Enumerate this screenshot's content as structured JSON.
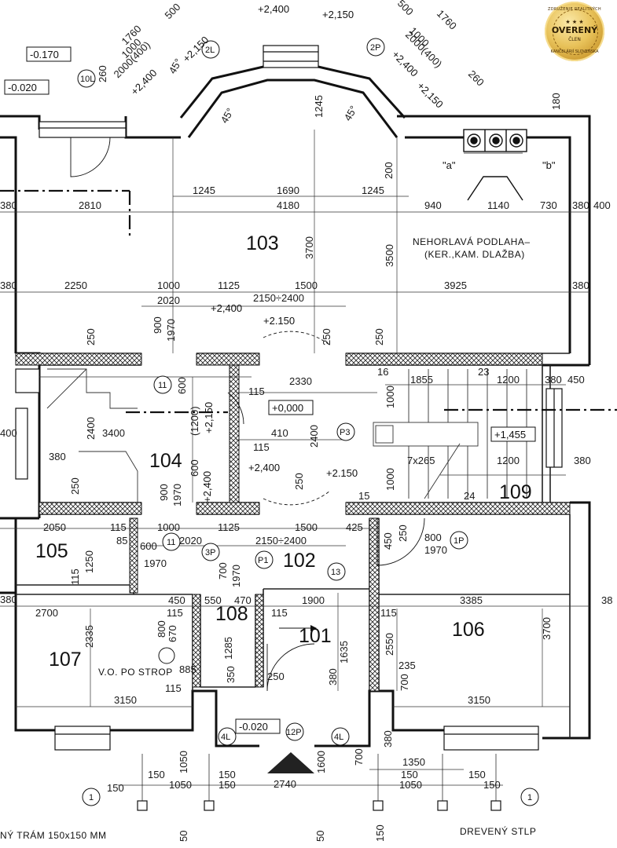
{
  "rooms": {
    "r101": "101",
    "r102": "102",
    "r103": "103",
    "r104": "104",
    "r105": "105",
    "r106": "106",
    "r107": "107",
    "r108": "108",
    "r109": "109"
  },
  "labels": {
    "floor_note_1": "NEHORLAVÁ PODLAHA–",
    "floor_note_2": "(KER.,KAM. DLAŽBA)",
    "vo": "V.O. PO STROP",
    "beam": "NÝ TRÁM 150x150 MM",
    "post": "DREVENÝ STLP",
    "a": "\"a\"",
    "b": "\"b\""
  },
  "levels": {
    "m0170": "-0.170",
    "m0020a": "-0.020",
    "m0020b": "-0.020",
    "zero": "+0,000",
    "p1455": "+1,455",
    "p2400a": "+2,400",
    "p2150a": "+2,150",
    "p2400b": "+2,400",
    "p2150b": "+2.150",
    "p2400c": "+2,400",
    "p2150c": "+2.150",
    "p2150d": "+2,150",
    "p2400d": "+2,400",
    "p2150e": "+2,150",
    "p2400e": "+2,400",
    "p2150f": "+2,150",
    "p2400f": "+2,400"
  },
  "tags": {
    "t10L": "10L",
    "t2L": "2L",
    "t2P": "2P",
    "t11a": "11",
    "t11b": "11",
    "tP3": "P3",
    "tP1": "P1",
    "t13": "13",
    "t1P": "1P",
    "t3P": "3P",
    "t4La": "4L",
    "t4Lb": "4L",
    "t12P": "12P",
    "t1a": "1",
    "t1b": "1"
  },
  "dims": {
    "d1760a": "1760",
    "d500a": "500",
    "d1000a": "1000",
    "d2000a": "2000(400)",
    "d260a": "260",
    "d45a": "45°",
    "d1760b": "1760",
    "d500b": "500",
    "d1000b": "1000",
    "d2000b": "2000(400)",
    "d260b": "260",
    "d45b": "45°",
    "d1245v": "1245",
    "d180": "180",
    "d200": "200",
    "d380a": "380",
    "d2810": "2810",
    "d1245a": "1245",
    "d1690": "1690",
    "d1245b": "1245",
    "d4180": "4180",
    "d940": "940",
    "d1140": "1140",
    "d730": "730",
    "d380b": "380",
    "d400r": "400",
    "d3700a": "3700",
    "d3500": "3500",
    "d380c": "380",
    "d2250": "2250",
    "d1000c": "1000",
    "d1125a": "1125",
    "d1500a": "1500",
    "d3925": "3925",
    "d380d": "380",
    "d2020a": "2020",
    "d2150a": "2150÷2400",
    "d900a": "900",
    "d1970a": "1970",
    "d250a": "250",
    "d250b": "250",
    "d250c": "250",
    "d16": "16",
    "d1855": "1855",
    "d23": "23",
    "d1200a": "1200",
    "d380e": "380",
    "d450a": "450",
    "d2330": "2330",
    "d115a": "115",
    "d600a": "600",
    "d1200p": "(1200)",
    "d1000d": "1000",
    "d2400a": "2400",
    "d3400": "3400",
    "d410": "410",
    "d115b": "115",
    "d2400b": "2400",
    "d400l": "400",
    "d380f": "380",
    "d7x265": "7x265",
    "d1200b": "1200",
    "d380g": "380",
    "d1000e": "1000",
    "d600b": "600",
    "d1970b": "1970",
    "d900b": "900",
    "d250d": "250",
    "d15": "15",
    "d24": "24",
    "d2050": "2050",
    "d115c": "115",
    "d1000f": "1000",
    "d1125b": "1125",
    "d1500b": "1500",
    "d425": "425",
    "d450b": "450",
    "d250e": "250",
    "d85": "85",
    "d600c": "600",
    "d2020b": "2020",
    "d2150b": "2150÷2400",
    "d800a": "800",
    "d1970c": "1970",
    "d1250": "1250",
    "d1970d": "1970",
    "d700a": "700",
    "d1970e": "1970",
    "d115d": "115",
    "d380h": "380",
    "d2700": "2700",
    "d450c": "450",
    "d550": "550",
    "d470": "470",
    "d1900": "1900",
    "d3385": "3385",
    "d38r": "38",
    "d2335": "2335",
    "d115e": "115",
    "d115f": "115",
    "d115g": "115",
    "d800b": "800",
    "d670": "670",
    "d1285": "1285",
    "d1635": "1635",
    "d2550": "2550",
    "d3700b": "3700",
    "d885": "885",
    "d350": "350",
    "d250f": "250",
    "d235": "235",
    "d380i": "380",
    "d700b": "700",
    "d115h": "115",
    "d3150a": "3150",
    "d3150b": "3150",
    "d1050a": "1050",
    "d1600": "1600",
    "d700c": "700",
    "d380j": "380",
    "d1350": "1350",
    "d2740": "2740",
    "d150a": "150",
    "d150b": "150",
    "d1050b": "1050",
    "d150c": "150",
    "d150d": "150",
    "d150e": "150",
    "d1050c": "1050",
    "d150f": "150",
    "d150g": "150",
    "d50a": "50",
    "d50b": "50",
    "d150h": "150"
  },
  "badge": {
    "top": "ZDRUŽENIE REALITNÝCH",
    "main": "OVERENÝ",
    "sub": "ČLEN",
    "bottom": "KANCELÁRIÍ SLOVENSKA"
  }
}
